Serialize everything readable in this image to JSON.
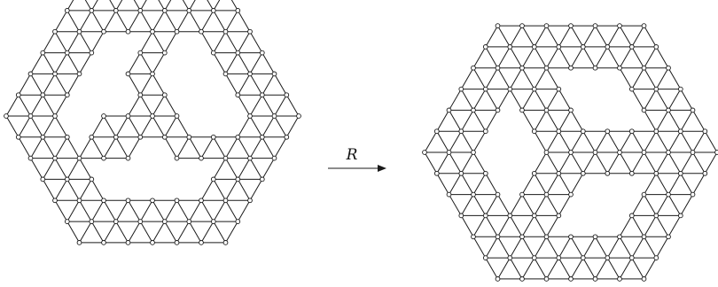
{
  "figure": {
    "left_graph": {
      "description_name": "left-hexagonal-triangle-mesh"
    },
    "right_graph": {
      "description_name": "right-hexagonal-triangle-mesh"
    },
    "transformation": {
      "label": "R",
      "arrow_direction": "right"
    }
  },
  "colors": {
    "edge": "#1a1a1a",
    "vertex_fill": "#ffffff",
    "background": "#ffffff"
  }
}
